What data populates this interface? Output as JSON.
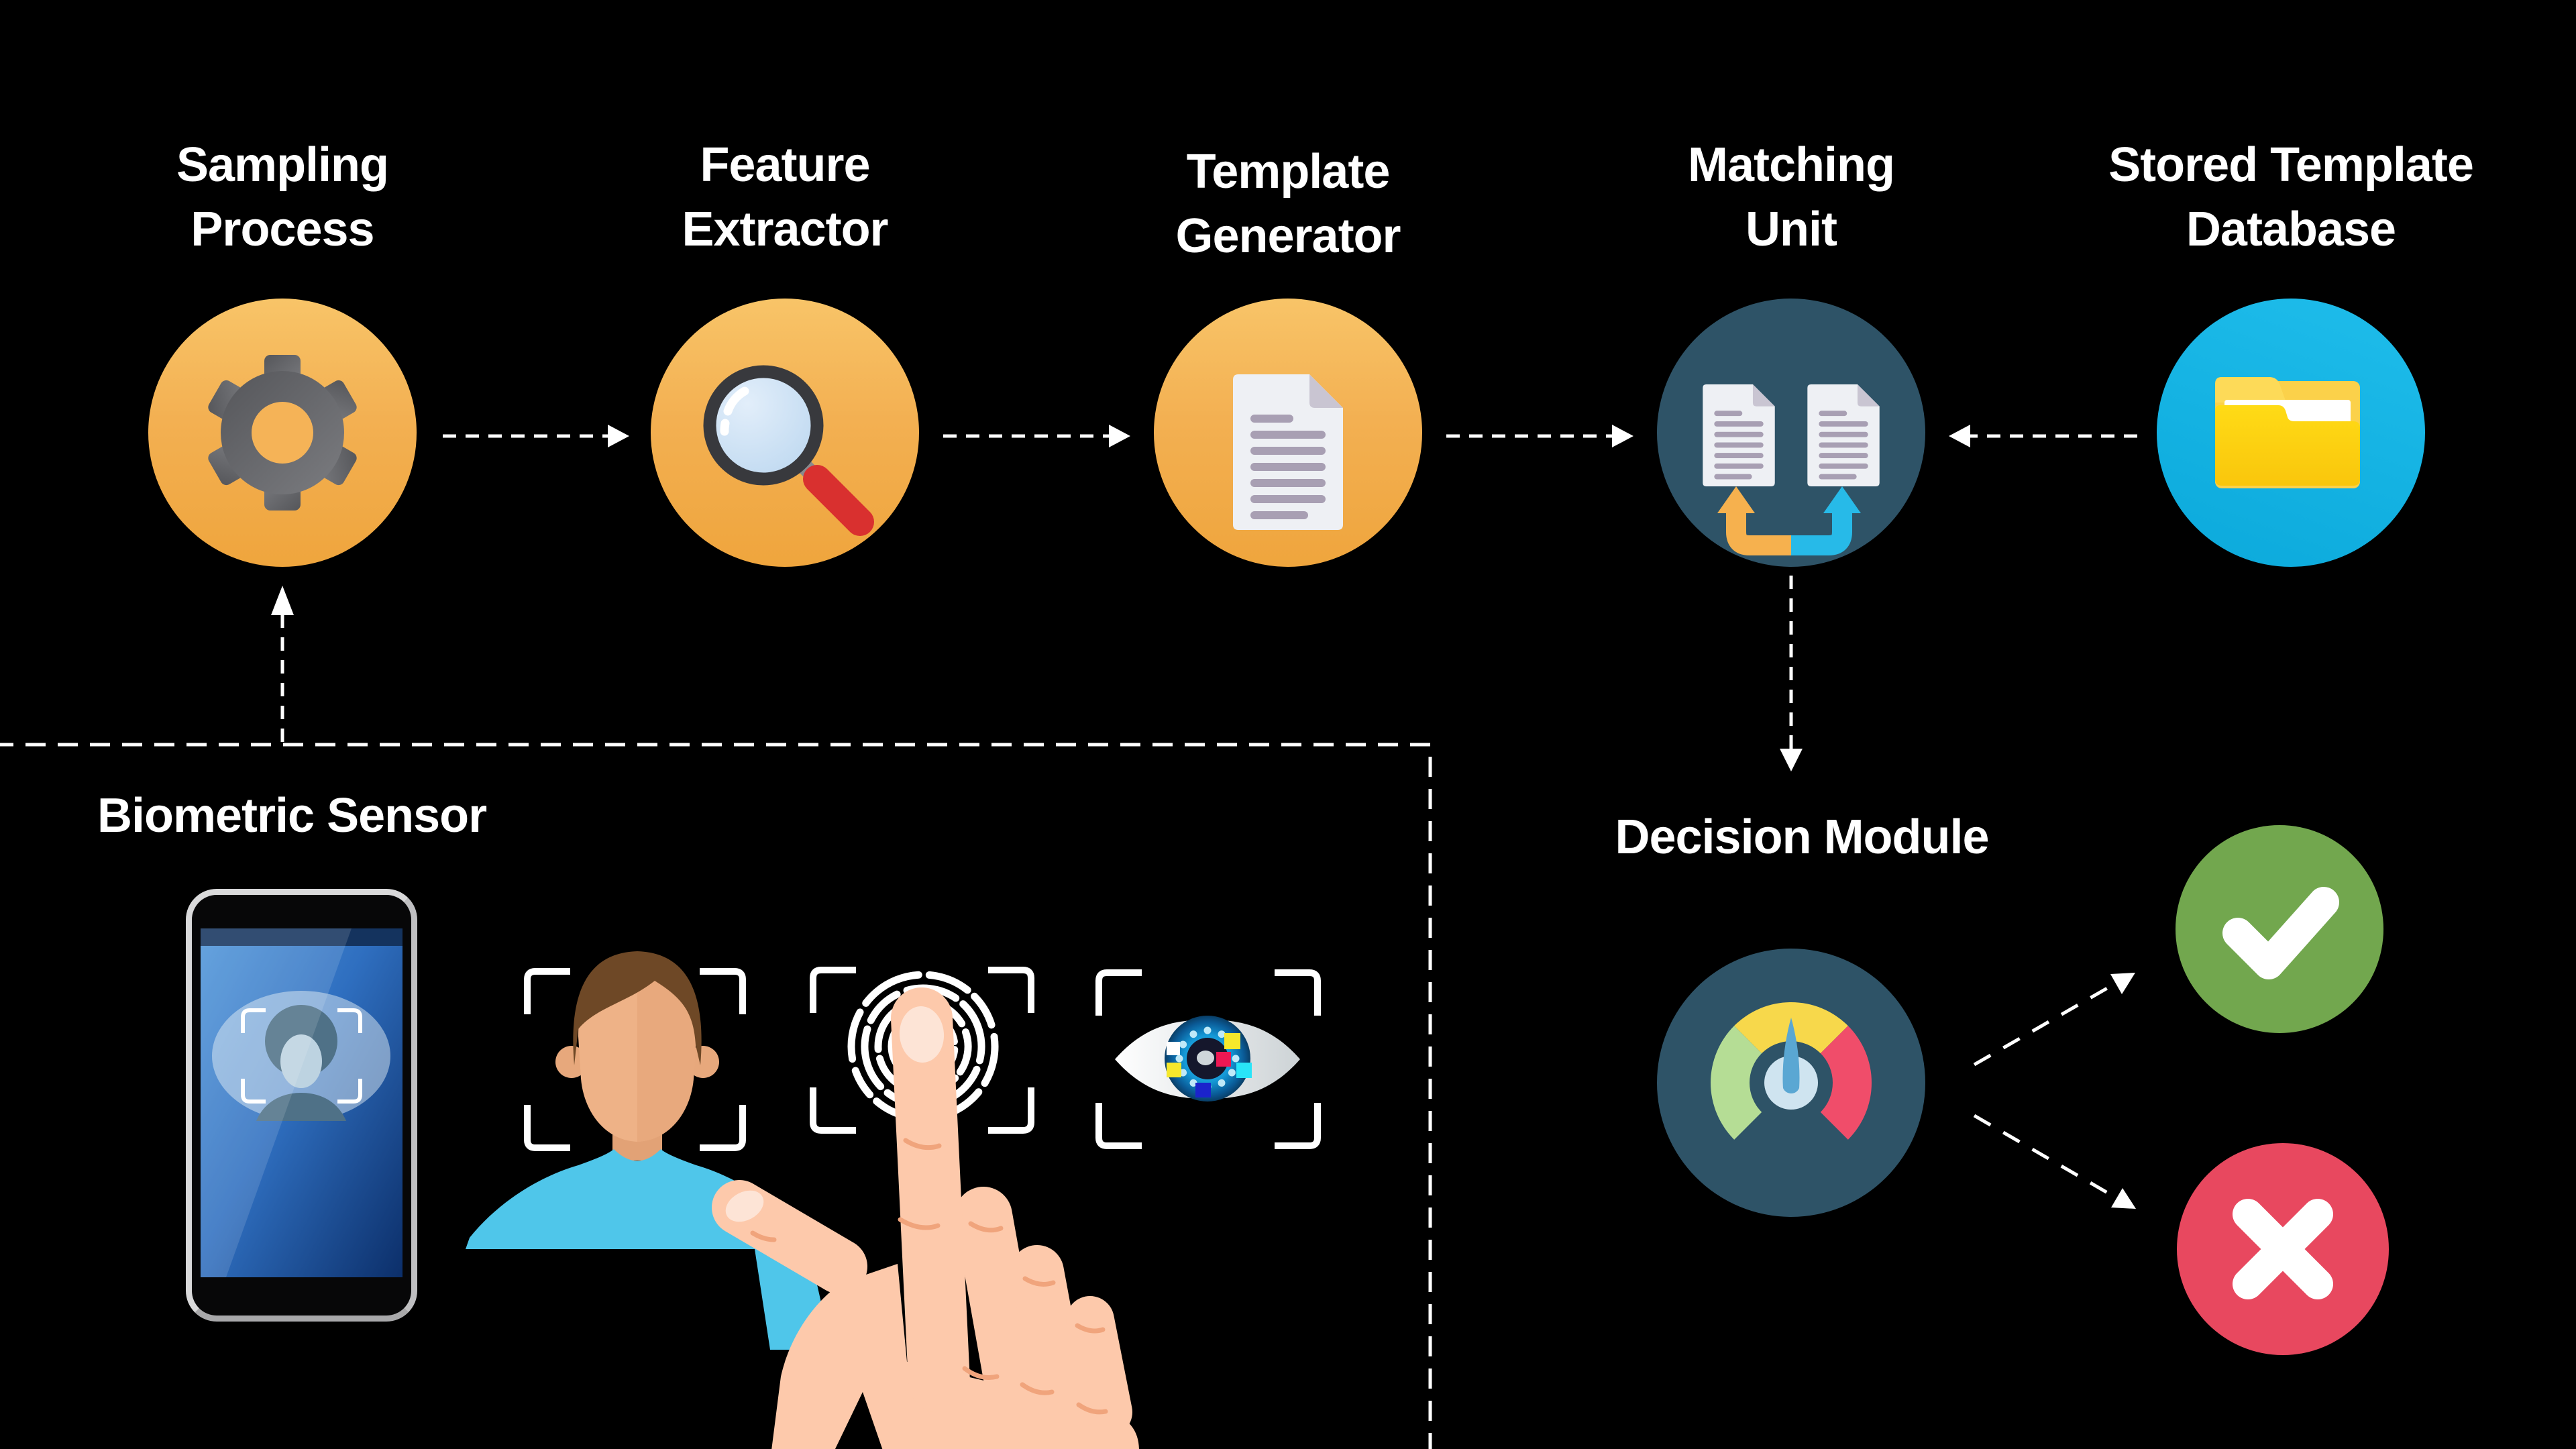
{
  "nodes": {
    "sampling": {
      "line1": "Sampling",
      "line2": "Process"
    },
    "feature": {
      "line1": "Feature",
      "line2": "Extractor"
    },
    "template": {
      "line1": "Template",
      "line2": "Generator"
    },
    "matching": {
      "line1": "Matching",
      "line2": "Unit"
    },
    "stored": {
      "line1": "Stored Template",
      "line2": "Database"
    }
  },
  "sensor": {
    "label": "Biometric Sensor"
  },
  "decision": {
    "label": "Decision Module"
  },
  "icons": {
    "sampling": "gear-icon",
    "feature": "magnifier-icon",
    "template": "document-icon",
    "matching": "compare-documents-icon",
    "stored": "folder-icon",
    "decision": "gauge-icon",
    "accept": "checkmark-icon",
    "reject": "cross-icon",
    "sensor_devices": [
      "smartphone-face-scan-icon",
      "face-icon",
      "fingerprint-icon",
      "eye-scan-icon",
      "hand-icon"
    ]
  },
  "colors": {
    "background": "#000000",
    "node_orange": "#f3b052",
    "node_dark_blue": "#2e5367",
    "node_cyan": "#12b2e2",
    "accept_green": "#72a74e",
    "reject_red": "#e8485f",
    "connector_white": "#ffffff",
    "skin": "#fdc9ab",
    "shirt_cyan": "#4fc6ea"
  }
}
